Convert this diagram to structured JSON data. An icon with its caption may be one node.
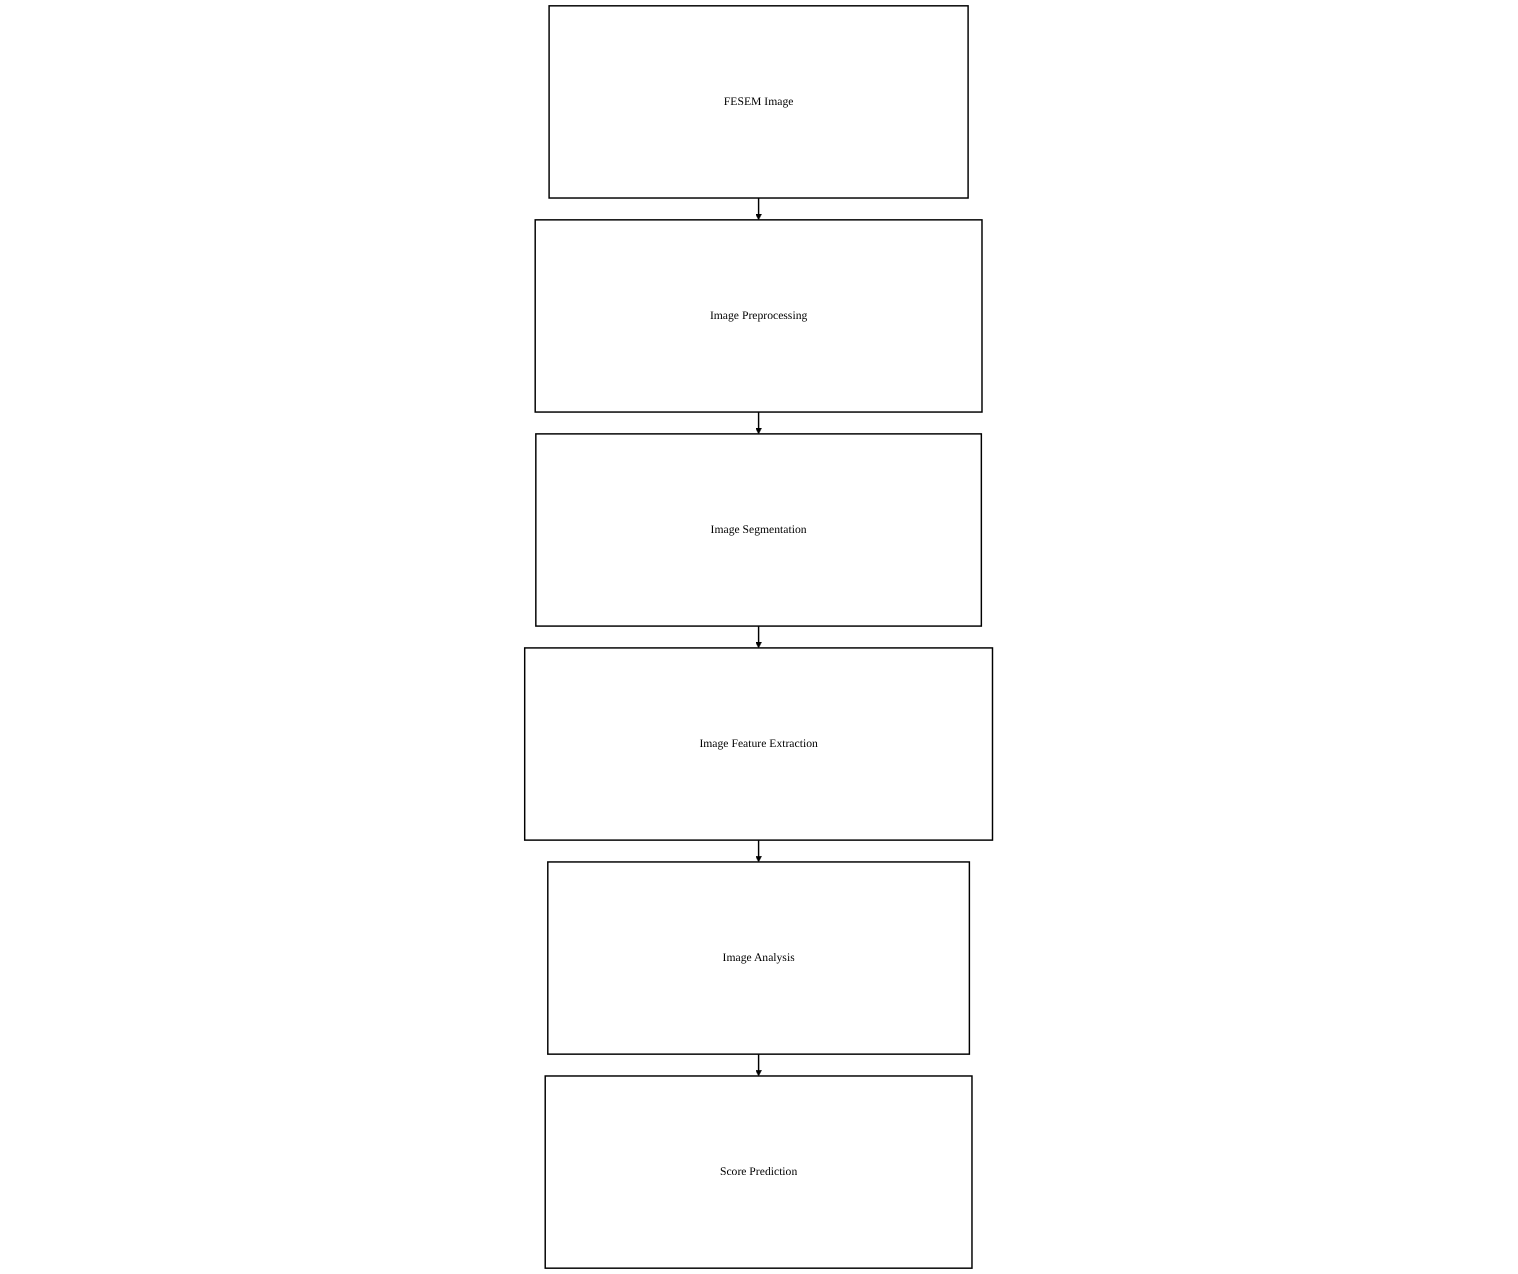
{
  "diagram": {
    "nodes": [
      {
        "text": [
          "FESEM Image"
        ]
      },
      {
        "text": [
          "Image Preprocessing"
        ]
      },
      {
        "text": [
          "Image Segmentation"
        ]
      },
      {
        "text": [
          "Image Feature Extraction"
        ]
      },
      {
        "text": [
          "Image Analysis"
        ]
      },
      {
        "text": [
          "Score Prediction"
        ]
      }
    ],
    "edges": [
      {
        "from": 0,
        "to": 1,
        "arrow": "to"
      },
      {
        "from": 1,
        "to": 2,
        "arrow": "to"
      },
      {
        "from": 2,
        "to": 3,
        "arrow": "to"
      },
      {
        "from": 3,
        "to": 4,
        "arrow": "to"
      },
      {
        "from": 4,
        "to": 5,
        "arrow": "to"
      }
    ]
  }
}
